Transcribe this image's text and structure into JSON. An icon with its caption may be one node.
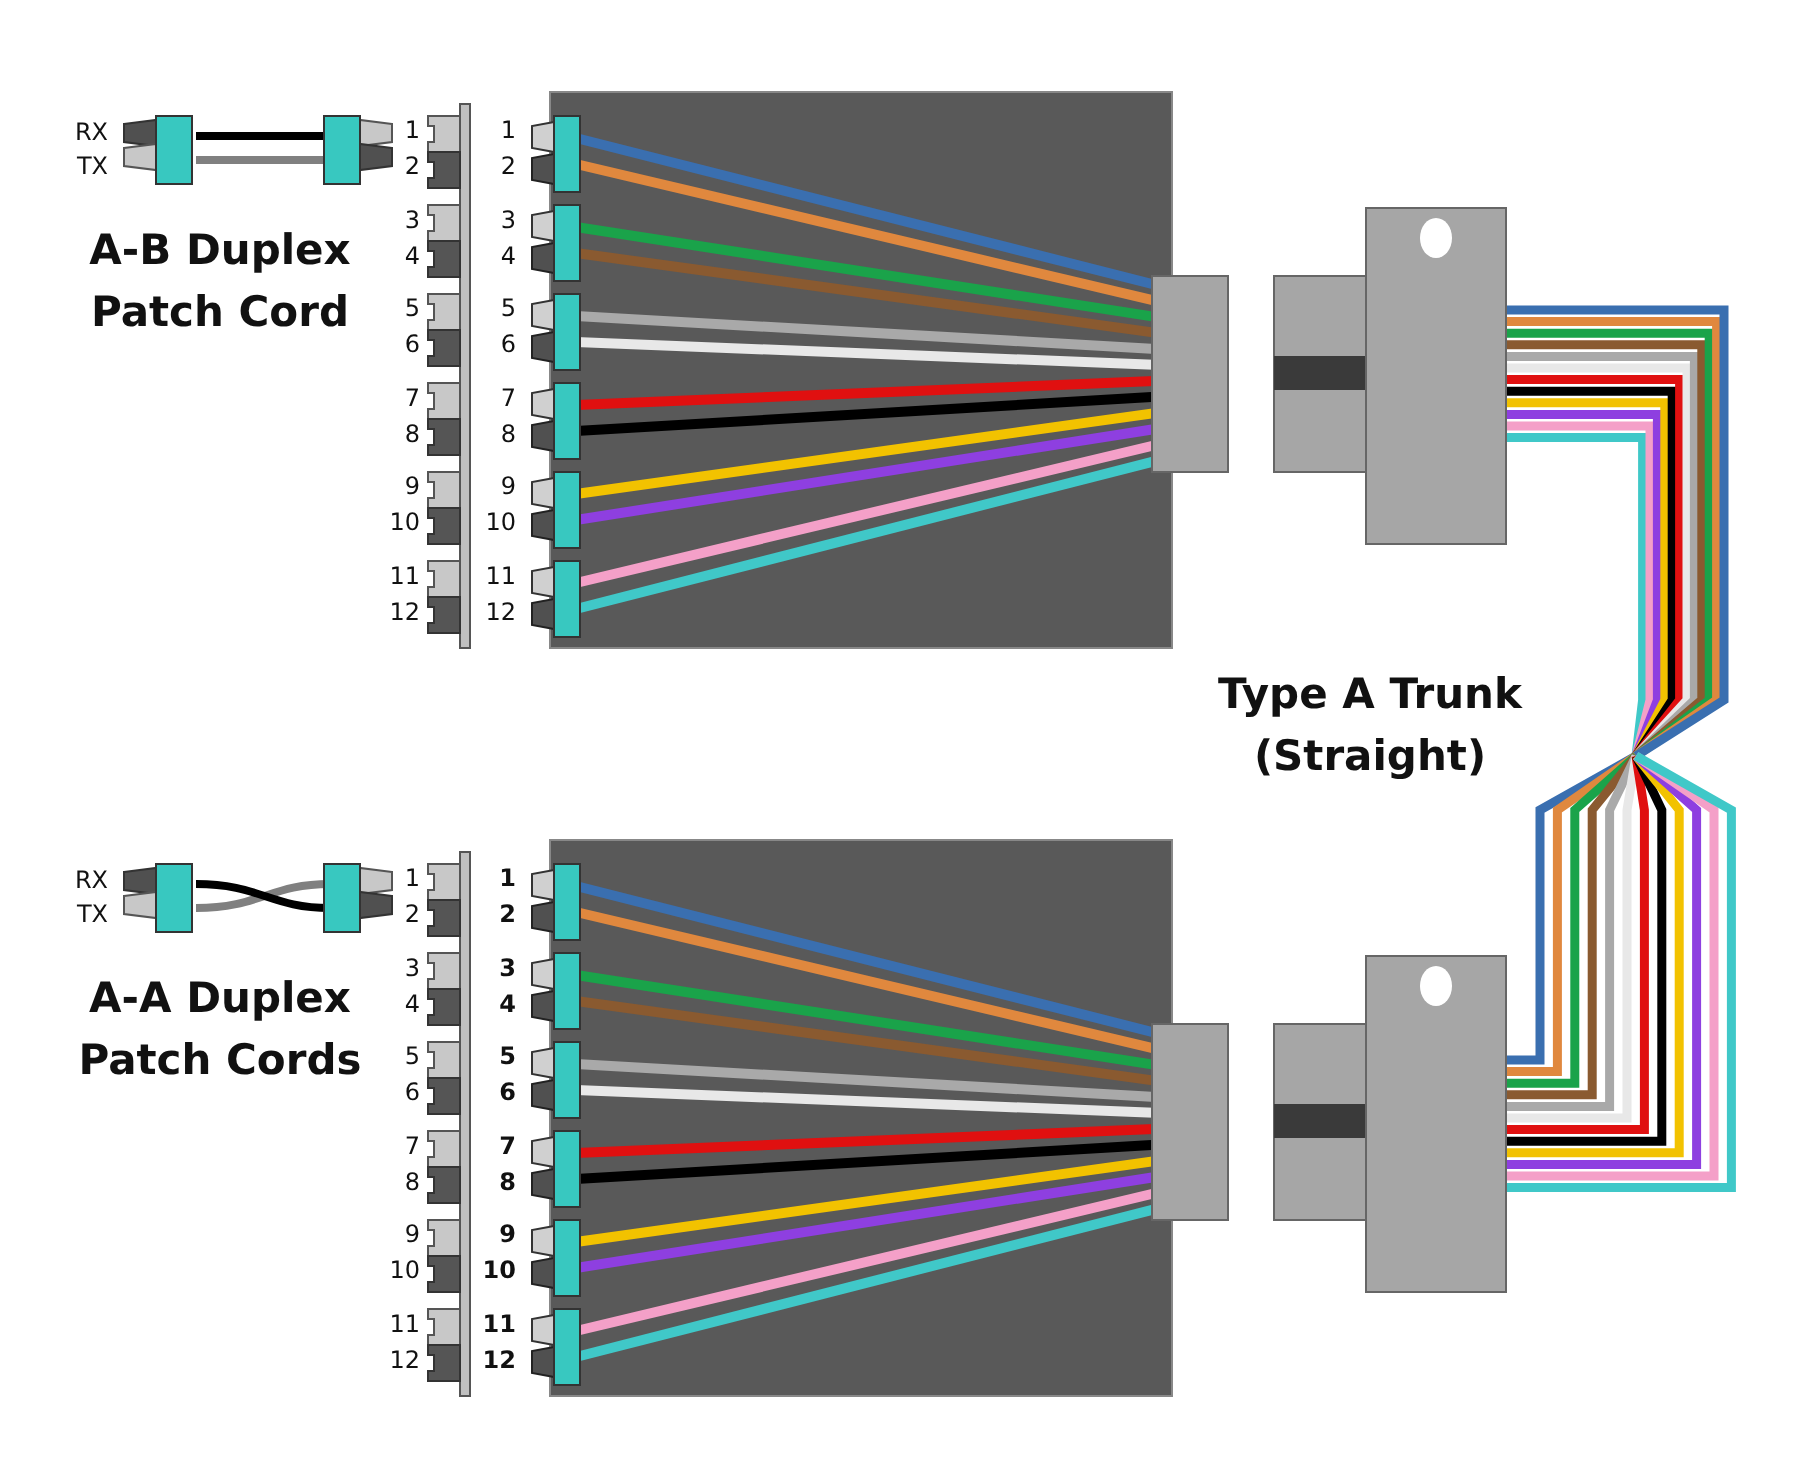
{
  "diagram": {
    "labels": [
      "RX",
      "TX",
      "A-B Duplex Patch Cord",
      "1",
      "2",
      "3",
      "4",
      "5",
      "6",
      "7",
      "8",
      "9",
      "10",
      "11",
      "12",
      "1",
      "2",
      "3",
      "4",
      "5",
      "6",
      "7",
      "8",
      "9",
      "10",
      "11",
      "12",
      "Type A Trunk (Straight)",
      "RX",
      "TX",
      "A-A Duplex Patch Cords",
      "1",
      "2",
      "3",
      "4",
      "5",
      "6",
      "7",
      "8",
      "9",
      "10",
      "11",
      "12",
      "1",
      "2",
      "3",
      "4",
      "5",
      "6",
      "7",
      "8",
      "9",
      "10",
      "11",
      "12"
    ]
  }
}
